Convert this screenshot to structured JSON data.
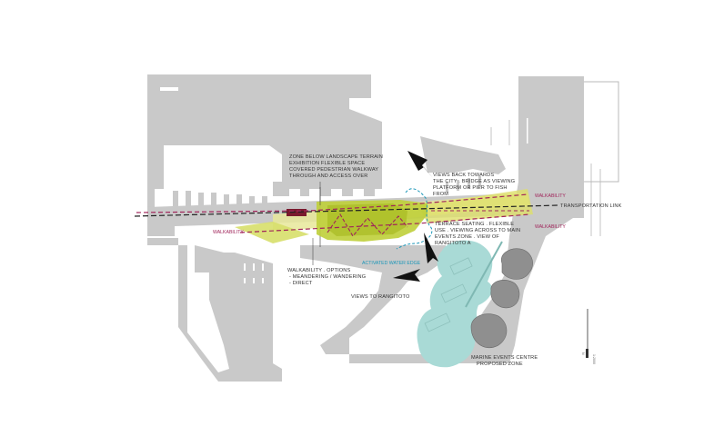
{
  "diagram": {
    "labels": {
      "zone_below": [
        "ZONE BELOW LANDSCAPE TERRAIN",
        "EXHIBITION FLEXIBLE SPACE",
        "COVERED PEDESTRIAN WALKWAY",
        "THROUGH AND ACCESS OVER"
      ],
      "views_back": [
        "VIEWS BACK TOWARDS",
        "THE CITY . BRIDGE AS VIEWING",
        "PLATFORM OR PIER TO FISH",
        "FROM"
      ],
      "walkability_right_top": "WALKABILITY",
      "transportation_link": "TRANSPORTATION LINK",
      "walkability_right_bottom": "WALKABILITY",
      "walkability_left": "WALKABILITY",
      "terrace_seating": [
        "TERRACE SEATING . FLEXIBLE",
        "USE . VIEWING ACROSS TO MAIN",
        "EVENTS ZONE . VIEW OF",
        "RANGITOTO A"
      ],
      "activated_water_edge": "ACTIVATED WATER EDGE",
      "walkability_options": [
        "WALKABILITY . OPTIONS",
        "- MEANDERING / WANDERING",
        "- DIRECT"
      ],
      "views_to_rangitoto": "VIEWS TO RANGITOTO",
      "marine_events": [
        "MARINE EVENTS CENTRE",
        "PROPOSED ZONE"
      ],
      "north_marker": "N",
      "scale_text": "1:2000"
    },
    "colors": {
      "land": "#c9c9c9",
      "water": "#ffffff",
      "building": "#8f8f8f",
      "green_zone": "#bfcf3a",
      "yellow_band": "#e7e79a",
      "teal_zone": "#a9dad6",
      "walk_red": "#a0245a",
      "transport_dark": "#222222",
      "water_edge": "#1a96b8",
      "bridge": "#7a1a2e"
    }
  }
}
